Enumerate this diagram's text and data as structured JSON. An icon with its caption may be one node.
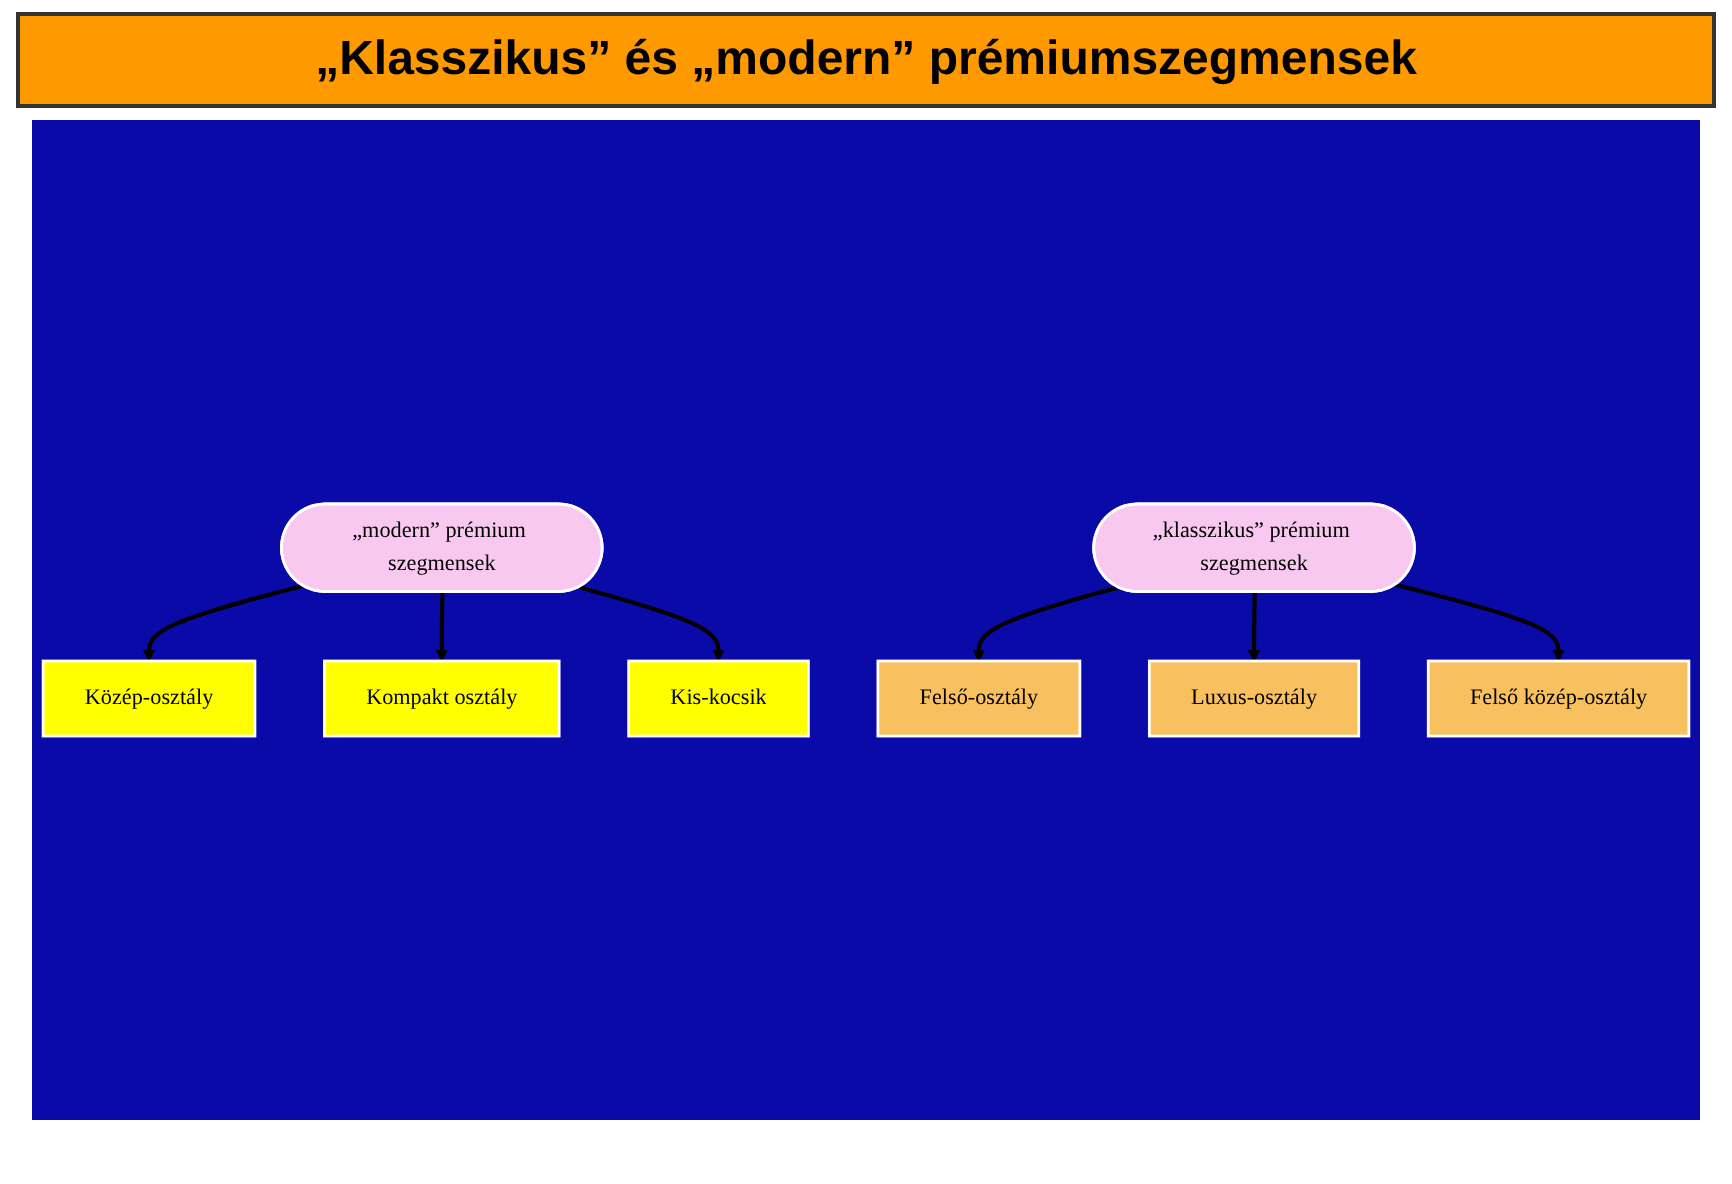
{
  "diagram": {
    "title": "„Klasszikus” és „modern” prémiumszegmensek",
    "nodes": [
      {
        "text": [
          "Felső-osztály"
        ]
      },
      {
        "text": [
          "Luxus-osztály"
        ]
      },
      {
        "text": [
          "Felső közép-osztály"
        ]
      },
      {
        "text": [
          "„modern” prémium szegmensek"
        ]
      },
      {
        "text": [
          "Közép-osztály"
        ]
      },
      {
        "text": [
          "Kompakt osztály"
        ]
      },
      {
        "text": [
          "Kis-kocsik"
        ]
      },
      {
        "text": [
          "„klasszikus” prémium szegmensek"
        ]
      }
    ],
    "edges": [
      {
        "from": 7,
        "to": 0,
        "arrow": "to"
      },
      {
        "from": 7,
        "to": 1,
        "arrow": "to"
      },
      {
        "from": 7,
        "to": 2,
        "arrow": "to"
      },
      {
        "from": 3,
        "to": 4,
        "arrow": "to"
      },
      {
        "from": 3,
        "to": 5,
        "arrow": "to"
      },
      {
        "from": 3,
        "to": 6,
        "arrow": "to"
      }
    ]
  }
}
